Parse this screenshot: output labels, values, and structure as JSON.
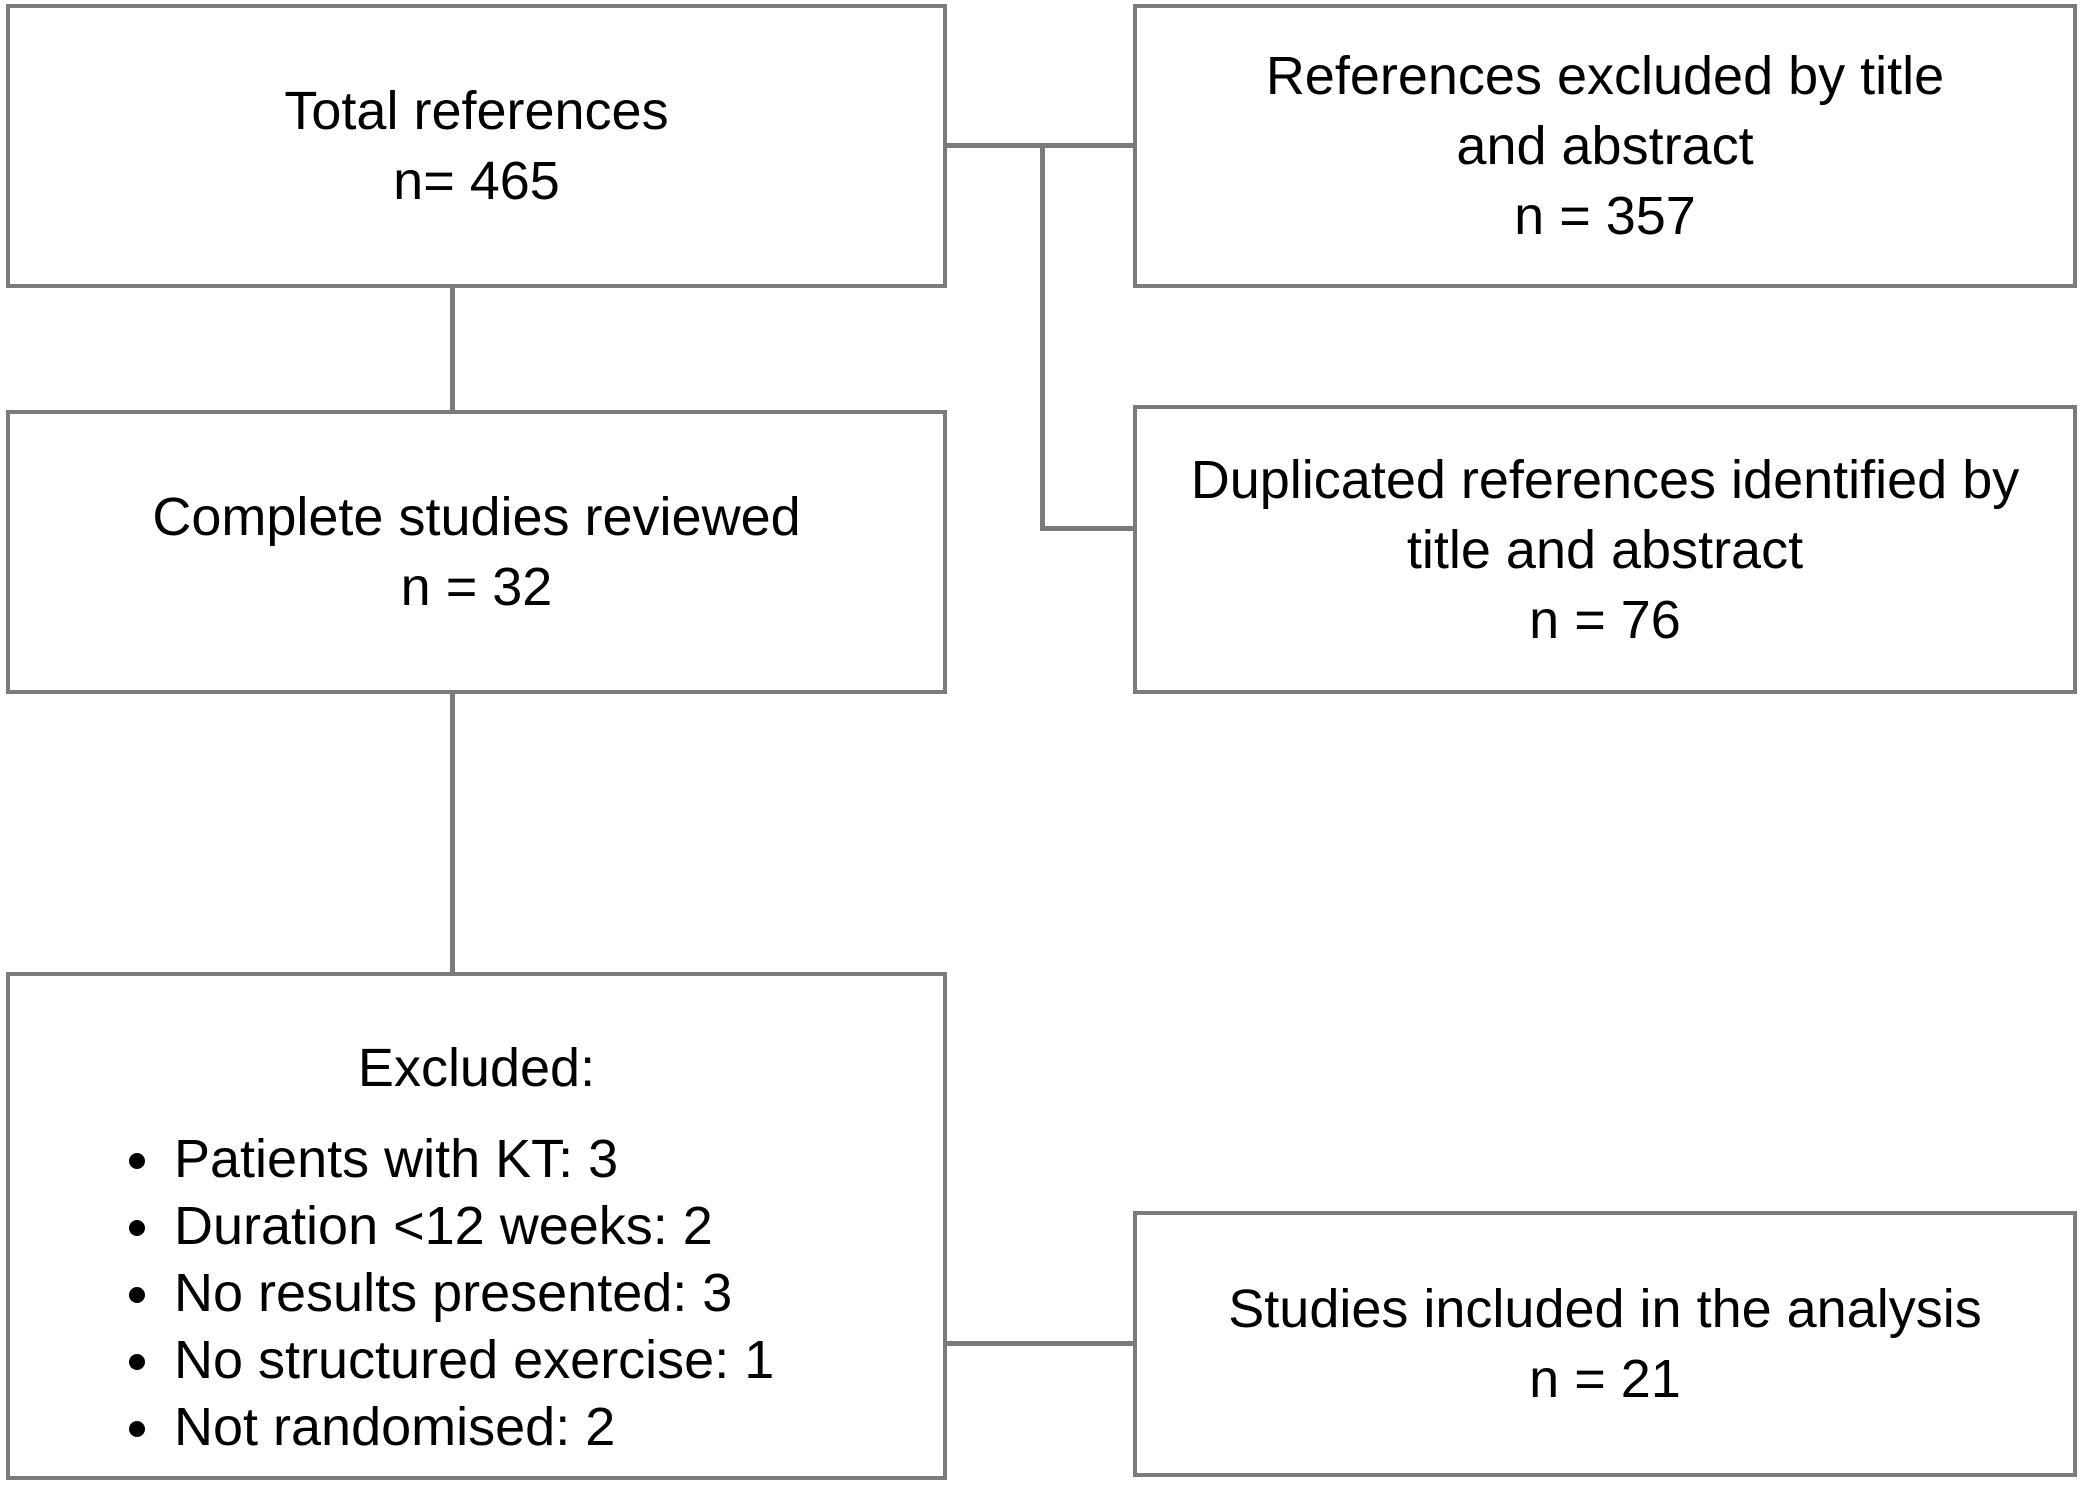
{
  "colors": {
    "background": "#ffffff",
    "border": "#7b7b7b",
    "text": "#000000"
  },
  "flowchart": {
    "total_references": {
      "lines": [
        "Total references"
      ],
      "count": "n= 465"
    },
    "references_excluded": {
      "lines": [
        "References excluded by title",
        "and abstract"
      ],
      "count": "n = 357"
    },
    "complete_studies": {
      "lines": [
        "Complete studies reviewed"
      ],
      "count": "n = 32"
    },
    "duplicated_references": {
      "lines": [
        "Duplicated references identified by",
        "title and abstract"
      ],
      "count": "n = 76"
    },
    "excluded": {
      "heading": "Excluded:",
      "items": [
        "Patients with KT: 3",
        "Duration <12 weeks: 2",
        "No results presented: 3",
        "No structured exercise: 1",
        "Not randomised: 2"
      ]
    },
    "studies_included": {
      "lines": [
        "Studies included in the analysis"
      ],
      "count": "n = 21"
    }
  }
}
